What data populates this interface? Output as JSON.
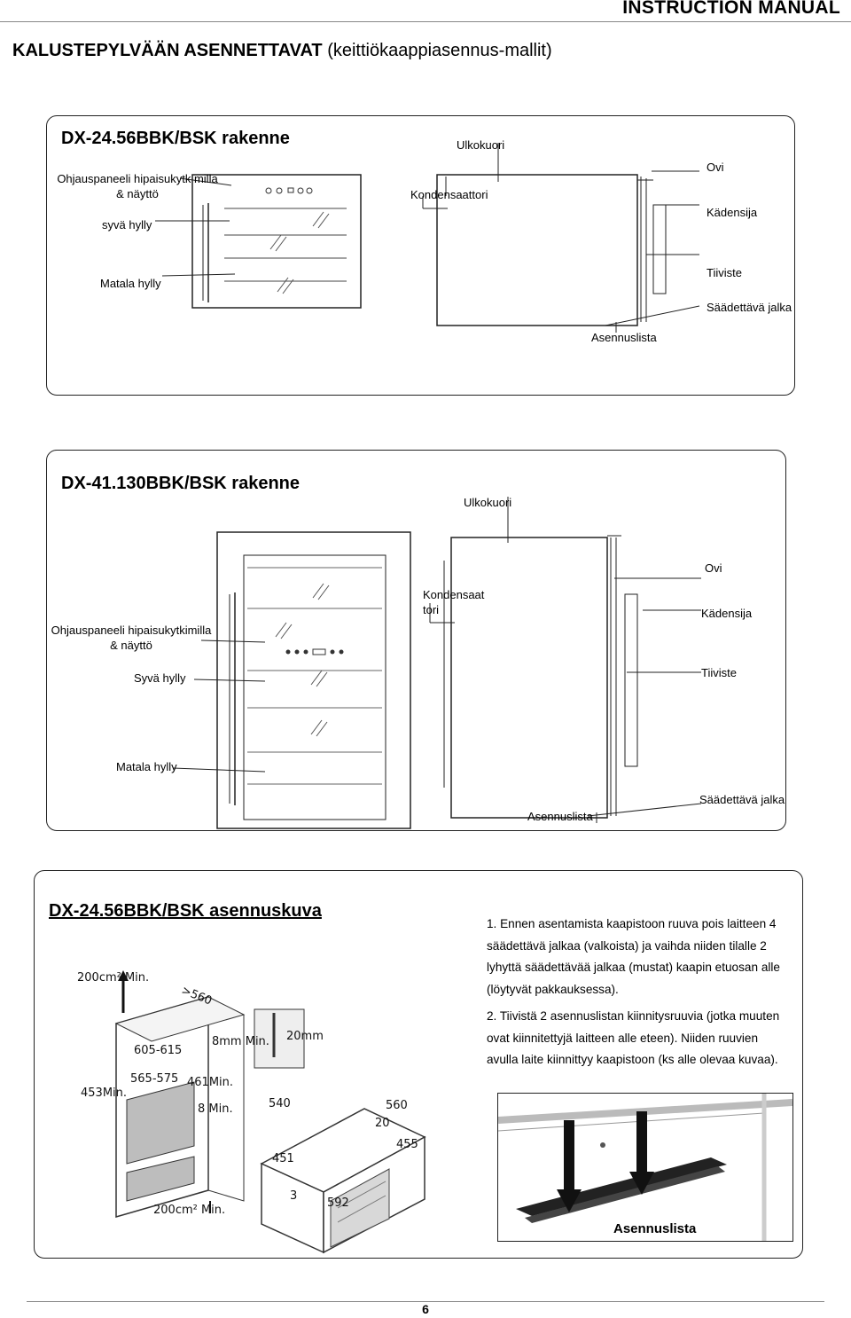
{
  "header": {
    "manual_title": "INSTRUCTION MANUAL"
  },
  "page_heading": {
    "main": "KALUSTEPYLVÄÄN ASENNETTAVAT",
    "sub": "(keittiökaappiasennus-mallit)"
  },
  "section1": {
    "title": "DX-24.56BBK/BSK rakenne",
    "labels": {
      "control_panel_line1": "Ohjauspaneeli hipaisukytk milla",
      "control_panel_line2": "& näyttö",
      "deep_shelf": "syvä hylly",
      "low_shelf": "Matala hylly",
      "outer_shell": "Ulkokuori",
      "condenser": "Kondensaattori",
      "door": "Ovi",
      "handle": "Kädensija",
      "seal": "Tiiviste",
      "adjustable_foot": "Säädettävä jalka",
      "mounting_strip": "Asennuslista"
    }
  },
  "section2": {
    "title": "DX-41.130BBK/BSK rakenne",
    "labels": {
      "outer_shell": "Ulkokuori",
      "door": "Ovi",
      "condenser_line1": "Kondensaat",
      "condenser_line2": "tori",
      "handle": "Kädensija",
      "control_panel_line1": "Ohjauspaneeli hipaisukytkimilla",
      "control_panel_line2": "& näyttö",
      "deep_shelf": "Syvä hylly",
      "seal": "Tiiviste",
      "low_shelf": "Matala hylly",
      "mounting_strip": "Asennuslista",
      "adjustable_foot": "Säädettävä jalka"
    }
  },
  "section3": {
    "title": "DX-24.56BBK/BSK asennuskuva",
    "step1": "1. Ennen asentamista kaapistoon ruuva pois laitteen 4 säädettävä jalkaa (valkoista) ja vaihda niiden tilalle 2 lyhyttä säädettävää jalkaa (mustat) kaapin etuosan alle (löytyvät pakkauksessa).",
    "step2": "2. Tiivistä 2 asennuslistan kiinnitysruuvia (jotka muuten ovat kiinnitettyjä laitteen alle eteen). Niiden ruuvien avulla laite kiinnittyy kaapistoon (ks alle olevaa kuvaa).",
    "diagram_labels": {
      "vent_top": "200cm² Min.",
      "vent_bottom": "200cm² Min.",
      "depth": ">560",
      "width_outer": "605-615",
      "width_inner": "565-575",
      "gap": "8mm Min.",
      "strip": "20mm",
      "height_min": "453Min.",
      "niche_height": "461Min.",
      "side_gap": "8 Min.",
      "dim_540": "540",
      "dim_560": "560",
      "dim_20": "20",
      "dim_451": "451",
      "dim_455": "455",
      "dim_3": "3",
      "dim_592": "592"
    },
    "strip_label": "Asennuslista"
  },
  "footer": {
    "page_number": "6"
  }
}
